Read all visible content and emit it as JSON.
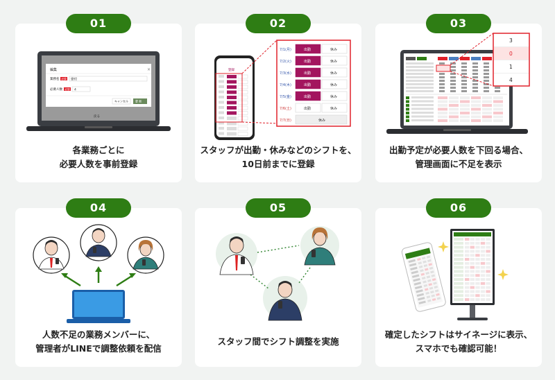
{
  "steps": [
    {
      "number": "01",
      "lines": [
        "各業務ごとに",
        "必要人数を事前登録"
      ]
    },
    {
      "number": "02",
      "lines": [
        "スタッフが出勤・休みなどのシフトを、",
        "10日前までに登録"
      ]
    },
    {
      "number": "03",
      "lines": [
        "出勤予定が必要人数を下回る場合、",
        "管理画面に不足を表示"
      ]
    },
    {
      "number": "04",
      "lines": [
        "人数不足の業務メンバーに、",
        "管理者がLINEで調整依頼を配信"
      ]
    },
    {
      "number": "05",
      "lines": [
        "スタッフ間でシフト調整を実施"
      ]
    },
    {
      "number": "06",
      "lines": [
        "確定したシフトはサイネージに表示、",
        "スマホでも確認可能！"
      ]
    }
  ],
  "step1_dialog": {
    "title": "編集",
    "business_label": "業務名",
    "required_tag": "必須",
    "business_value": "受付",
    "count_label": "必要人数",
    "count_value": "4",
    "cancel": "キャンセル",
    "update": "更 新",
    "footer": "戻る"
  },
  "step2_shift": {
    "rows": [
      {
        "date": "7/1(月)",
        "left": "出勤",
        "right": "休み",
        "left_on": true
      },
      {
        "date": "7/2(火)",
        "left": "出勤",
        "right": "休み",
        "left_on": true
      },
      {
        "date": "7/3(水)",
        "left": "出勤",
        "right": "休み",
        "left_on": true
      },
      {
        "date": "7/4(木)",
        "left": "出勤",
        "right": "休み",
        "left_on": true
      },
      {
        "date": "7/5(金)",
        "left": "出勤",
        "right": "休み",
        "left_on": true
      },
      {
        "date": "7/6(土)",
        "left": "出勤",
        "right": "休み",
        "left_on": false
      },
      {
        "date": "7/7(日)",
        "left": "休み",
        "right": "",
        "left_on": false
      }
    ],
    "phone_title": "登録"
  },
  "step3_popup": [
    "3",
    "0",
    "1",
    "4"
  ],
  "colors": {
    "green": "#2e7d14",
    "magenta": "#a3155e",
    "red": "#e0202a",
    "laptop": "#3a3d42"
  }
}
